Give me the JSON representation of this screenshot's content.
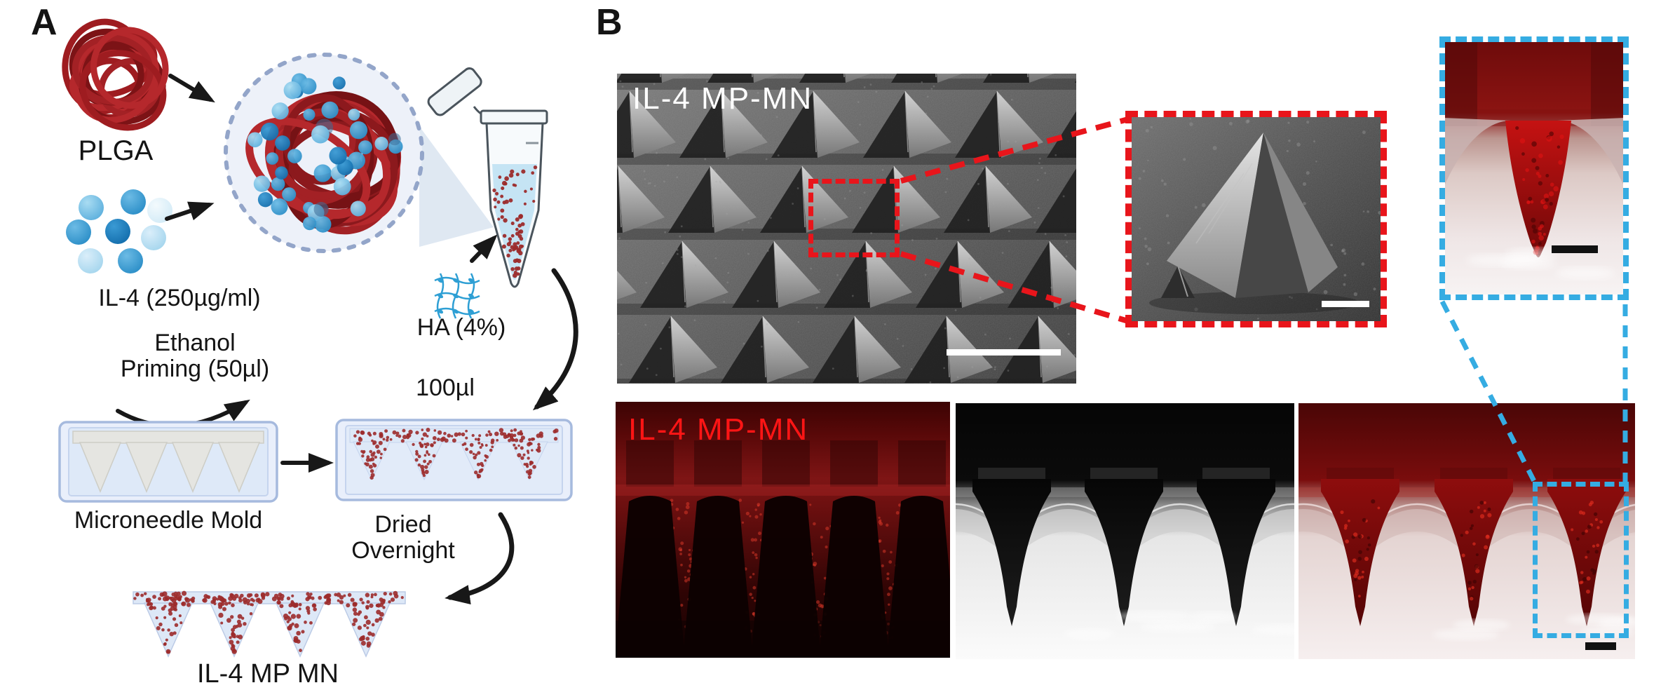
{
  "figure": {
    "panel_a": {
      "label": "A",
      "plga_label": "PLGA",
      "il4_label": "IL-4 (250µg/ml)",
      "ethanol_line1": "Ethanol",
      "ethanol_line2": "Priming (50µl)",
      "ha_label": "HA (4%)",
      "volume_label": "100µl",
      "mold_label": "Microneedle Mold",
      "dried_line1": "Dried",
      "dried_line2": "Overnight",
      "final_label": "IL-4 MP MN"
    },
    "panel_b": {
      "label": "B",
      "sem_image_label": "IL-4 MP-MN",
      "fluorescence_image_label": "IL-4 MP-MN"
    }
  },
  "colors": {
    "red_dashed": "#e8151b",
    "blue_dashed": "#35ace2",
    "fluor_label": "#ff1515",
    "sem_label": "#ffffff",
    "polymer_red": "#a32125",
    "il4_blue": "#3d9fd6",
    "mold_fill": "#dfe9f8",
    "mold_border": "#a6bade",
    "particle_red": "#9c2b2b",
    "scalebar_white": "#ffffff",
    "scalebar_black": "#111111"
  }
}
